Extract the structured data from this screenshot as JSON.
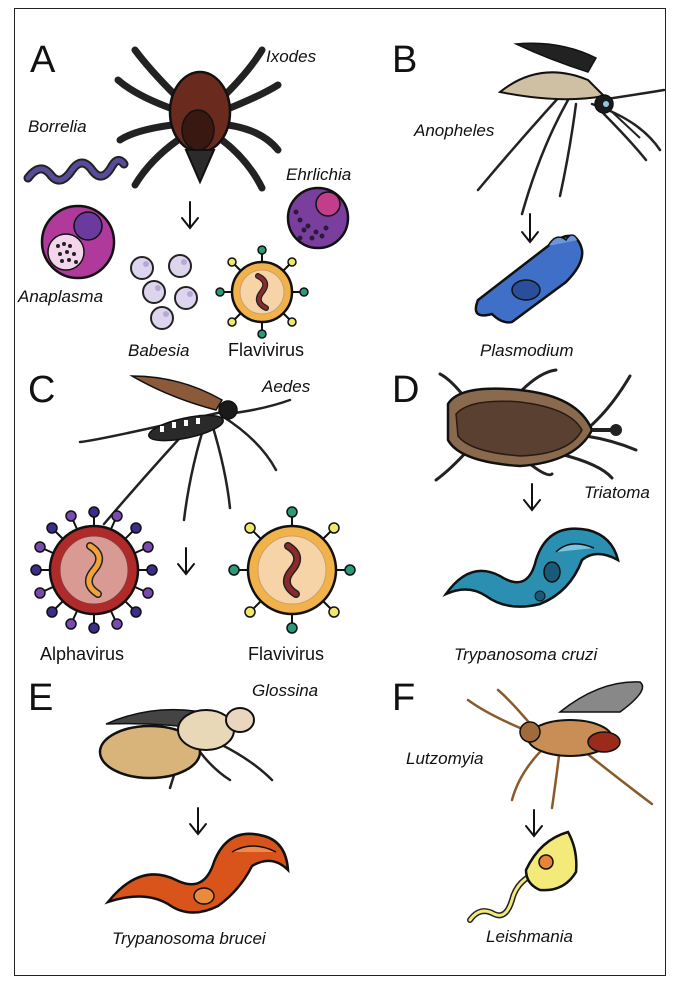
{
  "panels": {
    "A": {
      "letter": "A",
      "vector": "Ixodes",
      "pathogens": [
        "Borrelia",
        "Ehrlichia",
        "Anaplasma",
        "Babesia",
        "Flavivirus"
      ]
    },
    "B": {
      "letter": "B",
      "vector": "Anopheles",
      "pathogens": [
        "Plasmodium"
      ]
    },
    "C": {
      "letter": "C",
      "vector": "Aedes",
      "pathogens": [
        "Alphavirus",
        "Flavivirus"
      ]
    },
    "D": {
      "letter": "D",
      "vector": "Triatoma",
      "pathogens": [
        "Trypanosoma cruzi"
      ]
    },
    "E": {
      "letter": "E",
      "vector": "Glossina",
      "pathogens": [
        "Trypanosoma brucei"
      ]
    },
    "F": {
      "letter": "F",
      "vector": "Lutzomyia",
      "pathogens": [
        "Leishmania"
      ]
    }
  },
  "colors": {
    "tick": "#5a1e16",
    "borrelia": "#5a4a9a",
    "anaplasma": "#b03a9c",
    "ehrlichia": "#7a3f9e",
    "babesia": "#ddd4ee",
    "flavivirus": "#f2b24a",
    "alphavirus": "#b02a2a",
    "plasmodium": "#3f6fc6",
    "triatoma": "#5a4030",
    "t_cruzi": "#2a8fb0",
    "glossina": "#d8b47a",
    "t_brucei": "#d9541a",
    "lutzomyia": "#c98d56",
    "leishmania": "#f3ea7a"
  },
  "icons": [
    "tick-icon",
    "mosquito-icon",
    "kissing-bug-icon",
    "tsetse-fly-icon",
    "sandfly-icon",
    "down-arrow-icon"
  ]
}
